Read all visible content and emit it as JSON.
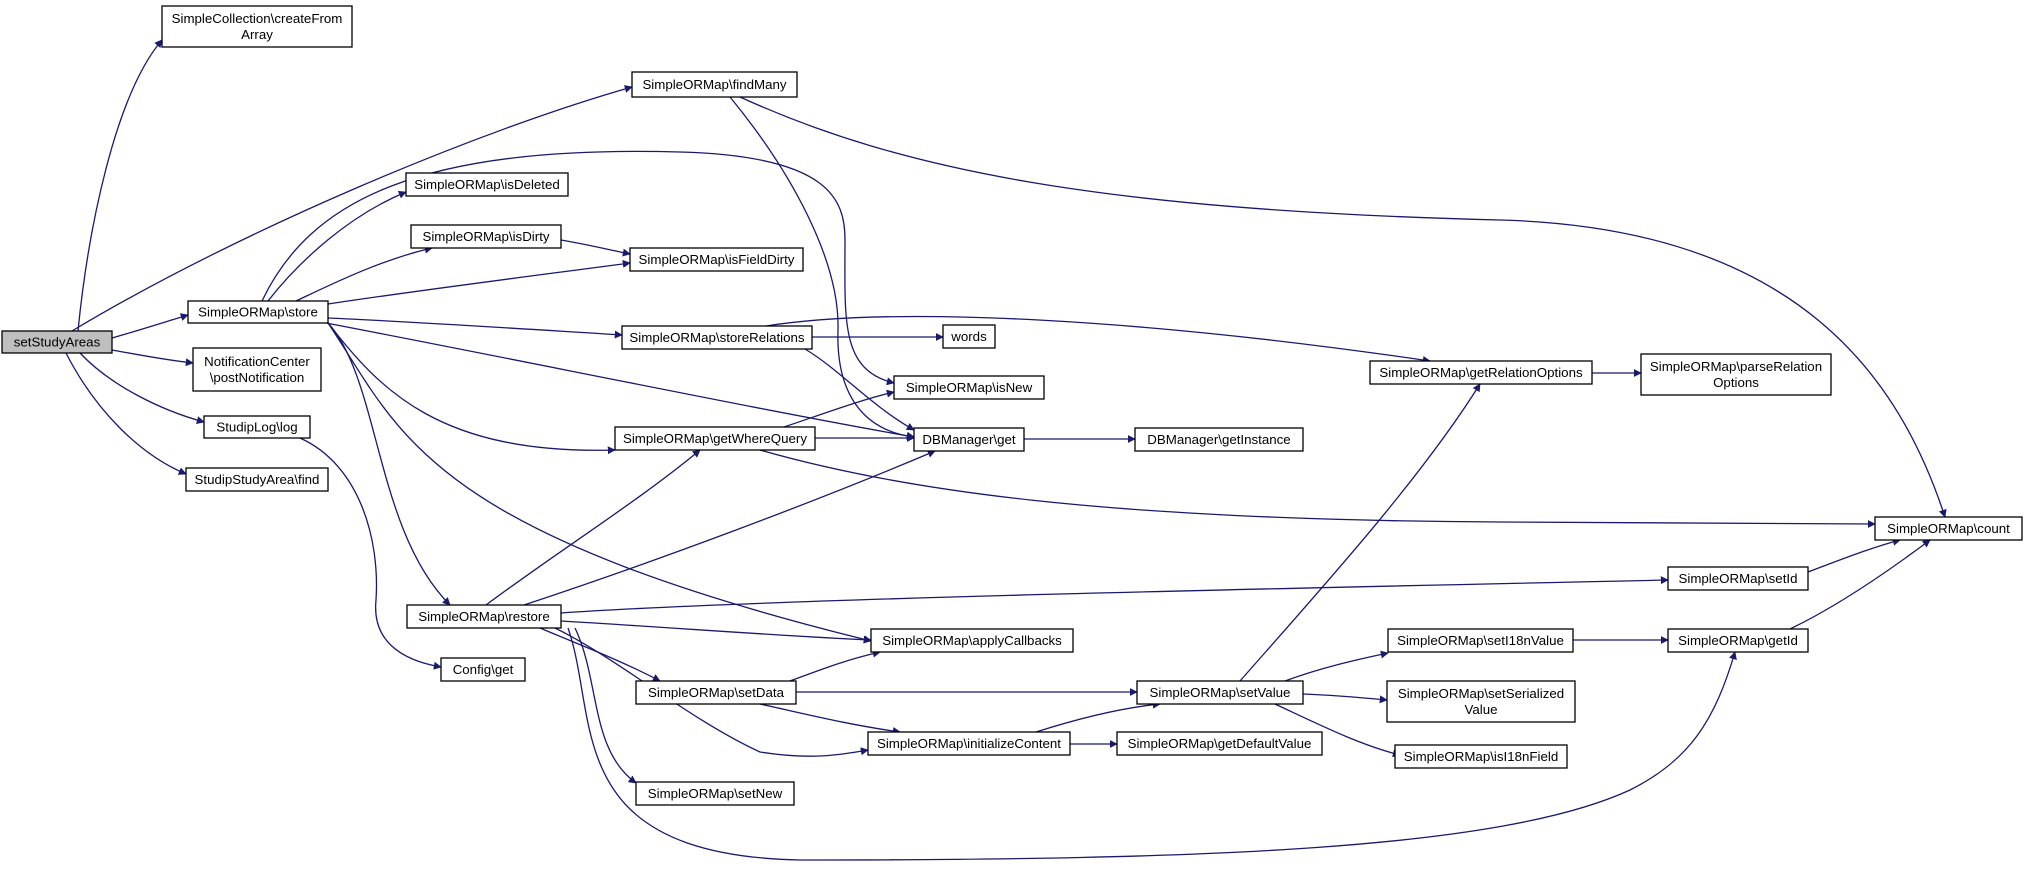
{
  "diagram": {
    "nodes": [
      {
        "id": "setStudyAreas",
        "lines": [
          "setStudyAreas"
        ],
        "root": true
      },
      {
        "id": "createFromArray",
        "lines": [
          "SimpleCollection\\createFrom",
          "Array"
        ]
      },
      {
        "id": "findMany",
        "lines": [
          "SimpleORMap\\findMany"
        ]
      },
      {
        "id": "store",
        "lines": [
          "SimpleORMap\\store"
        ]
      },
      {
        "id": "postNotification",
        "lines": [
          "NotificationCenter",
          "\\postNotification"
        ]
      },
      {
        "id": "studipLog",
        "lines": [
          "StudipLog\\log"
        ]
      },
      {
        "id": "studyAreaFind",
        "lines": [
          "StudipStudyArea\\find"
        ]
      },
      {
        "id": "isDeleted",
        "lines": [
          "SimpleORMap\\isDeleted"
        ]
      },
      {
        "id": "isDirty",
        "lines": [
          "SimpleORMap\\isDirty"
        ]
      },
      {
        "id": "isFieldDirty",
        "lines": [
          "SimpleORMap\\isFieldDirty"
        ]
      },
      {
        "id": "storeRelations",
        "lines": [
          "SimpleORMap\\storeRelations"
        ]
      },
      {
        "id": "getWhereQuery",
        "lines": [
          "SimpleORMap\\getWhereQuery"
        ]
      },
      {
        "id": "restore",
        "lines": [
          "SimpleORMap\\restore"
        ]
      },
      {
        "id": "configGet",
        "lines": [
          "Config\\get"
        ]
      },
      {
        "id": "words",
        "lines": [
          "words"
        ]
      },
      {
        "id": "isNew",
        "lines": [
          "SimpleORMap\\isNew"
        ]
      },
      {
        "id": "dbGet",
        "lines": [
          "DBManager\\get"
        ]
      },
      {
        "id": "getInstance",
        "lines": [
          "DBManager\\getInstance"
        ]
      },
      {
        "id": "applyCallbacks",
        "lines": [
          "SimpleORMap\\applyCallbacks"
        ]
      },
      {
        "id": "setData",
        "lines": [
          "SimpleORMap\\setData"
        ]
      },
      {
        "id": "initializeContent",
        "lines": [
          "SimpleORMap\\initializeContent"
        ]
      },
      {
        "id": "setNew",
        "lines": [
          "SimpleORMap\\setNew"
        ]
      },
      {
        "id": "getDefaultValue",
        "lines": [
          "SimpleORMap\\getDefaultValue"
        ]
      },
      {
        "id": "setValue",
        "lines": [
          "SimpleORMap\\setValue"
        ]
      },
      {
        "id": "getRelationOptions",
        "lines": [
          "SimpleORMap\\getRelationOptions"
        ]
      },
      {
        "id": "parseRelationOptions",
        "lines": [
          "SimpleORMap\\parseRelation",
          "Options"
        ]
      },
      {
        "id": "count",
        "lines": [
          "SimpleORMap\\count"
        ]
      },
      {
        "id": "setId",
        "lines": [
          "SimpleORMap\\setId"
        ]
      },
      {
        "id": "setI18nValue",
        "lines": [
          "SimpleORMap\\setI18nValue"
        ]
      },
      {
        "id": "getId",
        "lines": [
          "SimpleORMap\\getId"
        ]
      },
      {
        "id": "setSerializedValue",
        "lines": [
          "SimpleORMap\\setSerialized",
          "Value"
        ]
      },
      {
        "id": "isI18nField",
        "lines": [
          "SimpleORMap\\isI18nField"
        ]
      }
    ],
    "edges": [
      {
        "from": "setStudyAreas",
        "to": "createFromArray"
      },
      {
        "from": "setStudyAreas",
        "to": "findMany"
      },
      {
        "from": "setStudyAreas",
        "to": "store"
      },
      {
        "from": "setStudyAreas",
        "to": "postNotification"
      },
      {
        "from": "setStudyAreas",
        "to": "studipLog"
      },
      {
        "from": "setStudyAreas",
        "to": "studyAreaFind"
      },
      {
        "from": "findMany",
        "to": "count"
      },
      {
        "from": "findMany",
        "to": "dbGet"
      },
      {
        "from": "store",
        "to": "isDeleted"
      },
      {
        "from": "store",
        "to": "isDirty"
      },
      {
        "from": "store",
        "to": "isFieldDirty"
      },
      {
        "from": "store",
        "to": "storeRelations"
      },
      {
        "from": "store",
        "to": "isNew"
      },
      {
        "from": "store",
        "to": "dbGet"
      },
      {
        "from": "store",
        "to": "getWhereQuery"
      },
      {
        "from": "store",
        "to": "applyCallbacks"
      },
      {
        "from": "store",
        "to": "restore"
      },
      {
        "from": "isDirty",
        "to": "isFieldDirty"
      },
      {
        "from": "storeRelations",
        "to": "words"
      },
      {
        "from": "storeRelations",
        "to": "getRelationOptions"
      },
      {
        "from": "storeRelations",
        "to": "dbGet"
      },
      {
        "from": "studipLog",
        "to": "configGet"
      },
      {
        "from": "getWhereQuery",
        "to": "isNew"
      },
      {
        "from": "getWhereQuery",
        "to": "dbGet"
      },
      {
        "from": "getWhereQuery",
        "to": "count"
      },
      {
        "from": "restore",
        "to": "getWhereQuery"
      },
      {
        "from": "restore",
        "to": "dbGet"
      },
      {
        "from": "restore",
        "to": "setId"
      },
      {
        "from": "restore",
        "to": "applyCallbacks"
      },
      {
        "from": "restore",
        "to": "setData"
      },
      {
        "from": "restore",
        "to": "initializeContent"
      },
      {
        "from": "restore",
        "to": "setNew"
      },
      {
        "from": "restore",
        "to": "getId"
      },
      {
        "from": "dbGet",
        "to": "getInstance"
      },
      {
        "from": "setData",
        "to": "applyCallbacks"
      },
      {
        "from": "setData",
        "to": "setValue"
      },
      {
        "from": "setData",
        "to": "initializeContent"
      },
      {
        "from": "initializeContent",
        "to": "getDefaultValue"
      },
      {
        "from": "initializeContent",
        "to": "setValue"
      },
      {
        "from": "setValue",
        "to": "getRelationOptions"
      },
      {
        "from": "setValue",
        "to": "setI18nValue"
      },
      {
        "from": "setValue",
        "to": "setSerializedValue"
      },
      {
        "from": "setValue",
        "to": "isI18nField"
      },
      {
        "from": "getRelationOptions",
        "to": "parseRelationOptions"
      },
      {
        "from": "setId",
        "to": "count"
      },
      {
        "from": "setI18nValue",
        "to": "getId"
      },
      {
        "from": "getId",
        "to": "count"
      }
    ]
  },
  "colors": {
    "edge": "#191970",
    "node_border": "#000000",
    "node_fill": "#ffffff",
    "root_fill": "#bfbfbf"
  }
}
